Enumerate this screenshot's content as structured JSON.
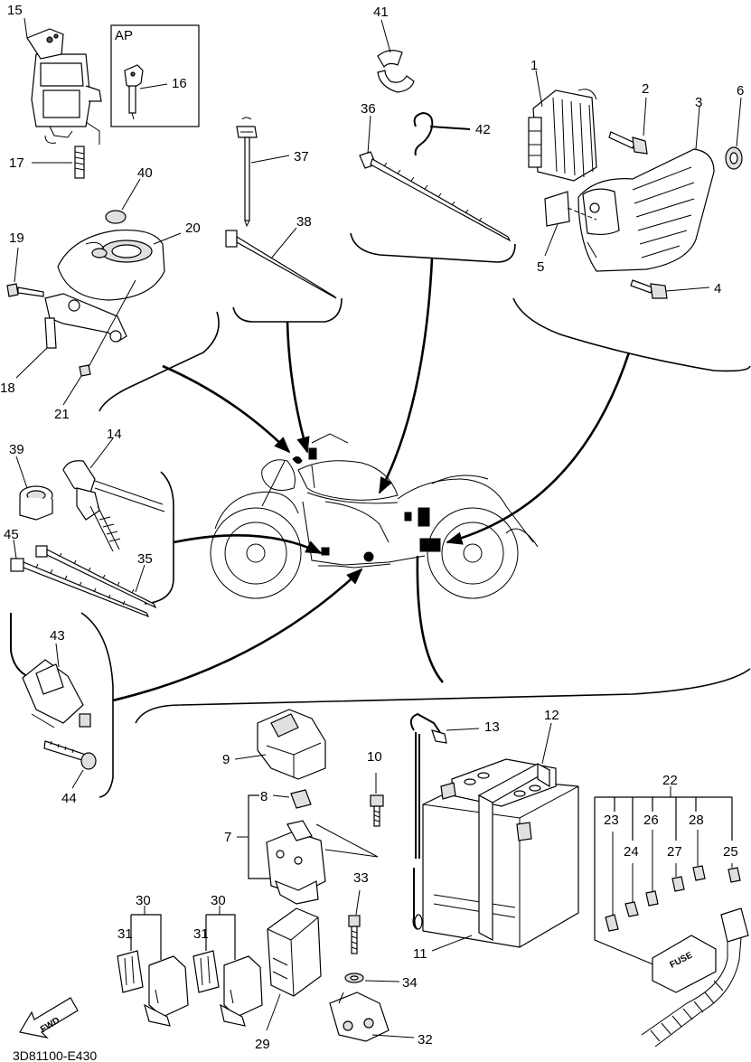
{
  "diagram": {
    "ap_label": "AP",
    "fwd_label": "FWD",
    "fuse_label": "FUSE",
    "drawing_code": "3D81100-E430",
    "callouts": [
      "1",
      "2",
      "3",
      "4",
      "5",
      "6",
      "7",
      "8",
      "9",
      "10",
      "11",
      "12",
      "13",
      "14",
      "15",
      "16",
      "17",
      "18",
      "19",
      "20",
      "21",
      "22",
      "23",
      "24",
      "25",
      "26",
      "27",
      "28",
      "29",
      "30",
      "30",
      "31",
      "31",
      "32",
      "33",
      "34",
      "35",
      "36",
      "37",
      "38",
      "39",
      "40",
      "41",
      "42",
      "43",
      "44",
      "45"
    ]
  }
}
